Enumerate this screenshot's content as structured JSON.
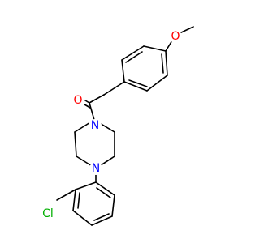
{
  "molecule": {
    "atoms": {
      "methoxy_c": "",
      "methoxy_o": "O",
      "carbonyl_o": "O",
      "piperazine_n_top": "N",
      "piperazine_n_bottom": "N",
      "chlorine": "Cl"
    },
    "colors": {
      "bond": "#000000",
      "oxygen": "#ff0000",
      "nitrogen": "#0000ff",
      "chlorine": "#00b000"
    }
  }
}
